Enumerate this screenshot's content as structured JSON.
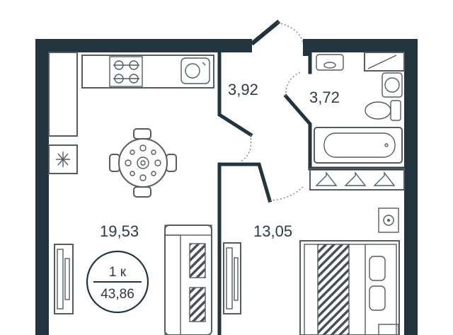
{
  "rooms": {
    "living": {
      "area": "19,53"
    },
    "hallway": {
      "area": "3,92"
    },
    "bathroom": {
      "area": "3,72"
    },
    "bedroom": {
      "area": "13,05"
    }
  },
  "badge": {
    "rooms": "1 к",
    "total_area": "43,86"
  },
  "colors": {
    "wall": "#22353f",
    "furniture": "#555c60",
    "text": "#2e3a41"
  }
}
